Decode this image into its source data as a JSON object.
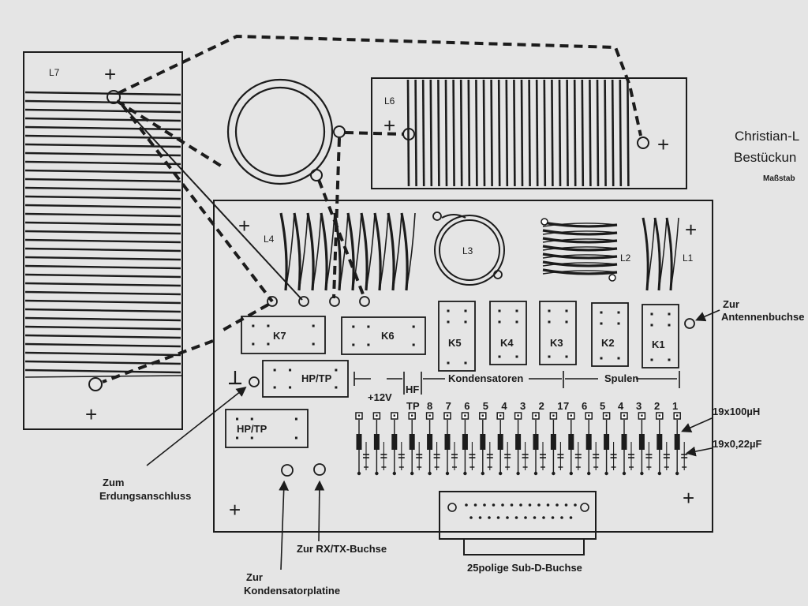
{
  "header": {
    "title_fragment": "Christian-L",
    "subtitle_fragment": "Bestückun",
    "scale_label": "Maßstab"
  },
  "coils": {
    "l1": "L1",
    "l2": "L2",
    "l3": "L3",
    "l4": "L4",
    "l6": "L6",
    "l7": "L7"
  },
  "relays": {
    "k1": "K1",
    "k2": "K2",
    "k3": "K3",
    "k4": "K4",
    "k5": "K5",
    "k6": "K6",
    "k7": "K7",
    "hp_tp_a": "HP/TP",
    "hp_tp_b": "HP/TP"
  },
  "plus_sign": "+",
  "sections": {
    "voltage": "+12V",
    "hf": "HF",
    "capacitors": "Kondensatoren",
    "coils": "Spulen",
    "tp": "TP"
  },
  "numbers_capacitors": [
    "8",
    "7",
    "6",
    "5",
    "4",
    "3",
    "2",
    "1"
  ],
  "numbers_coils": [
    "7",
    "6",
    "5",
    "4",
    "3",
    "2",
    "1"
  ],
  "components": {
    "inductors": "19x100µH",
    "capacitors": "19x0,22µF"
  },
  "annotations": {
    "antenna_1": "Zur",
    "antenna_2": "Antennenbuchse",
    "ground_1": "Zum",
    "ground_2": "Erdungsanschluss",
    "rxtx": "Zur RX/TX-Buchse",
    "capboard_1": "Zur",
    "capboard_2": "Kondensatorplatine",
    "subd": "25polige Sub-D-Buchse"
  }
}
